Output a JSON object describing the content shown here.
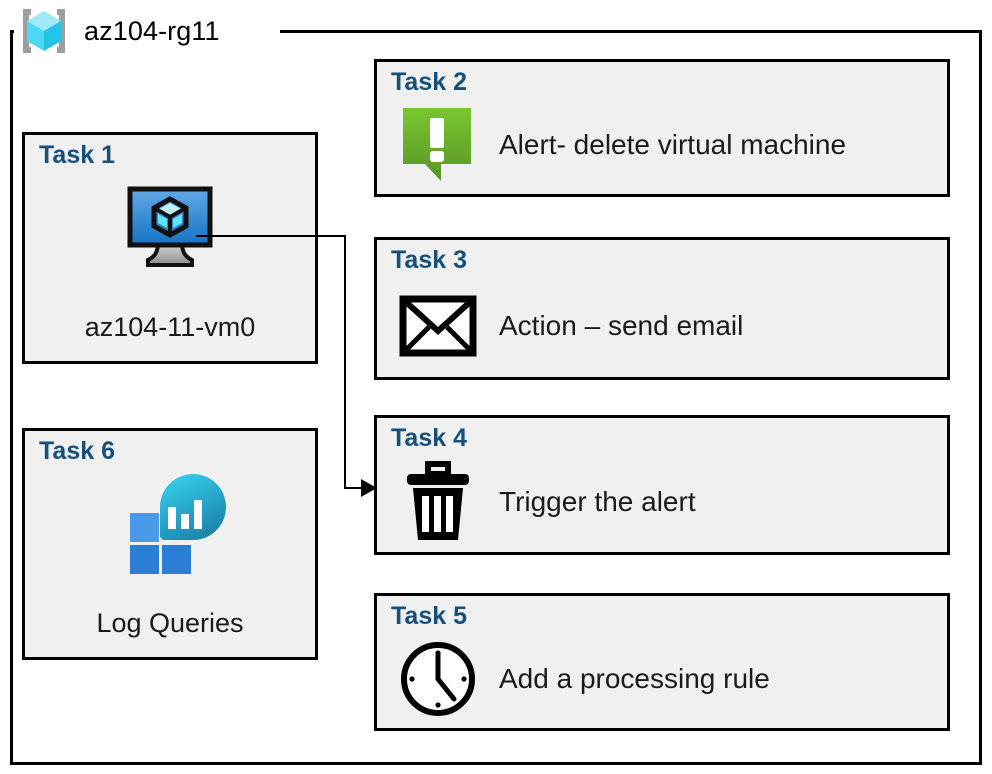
{
  "resource_group": {
    "name": "az104-rg11",
    "icon": "resource-group-cube-icon"
  },
  "colors": {
    "card_background": "#f0f0f0",
    "card_border": "#000000",
    "task_title": "#15507d",
    "label_text": "#1a1a1a",
    "alert_green_top": "#79c72f",
    "alert_green_bottom": "#5a9428",
    "vm_screen_top": "#63a8e8",
    "vm_screen_bottom": "#1573c4",
    "log_square_light": "#4a9ae8",
    "log_square_dark": "#2a7fd4",
    "log_blob_top": "#32c8e6",
    "log_blob_bottom": "#1b7fa8",
    "rg_cube_light": "#9ee8f7",
    "rg_cube_mid": "#4dd7f5",
    "rg_cube_dark": "#23c4ea",
    "bracket_gray": "#9e9e9e"
  },
  "tasks": [
    {
      "id": "task-1",
      "title": "Task 1",
      "label": "az104-11-vm0",
      "icon": "virtual-machine-icon",
      "column": "left"
    },
    {
      "id": "task-2",
      "title": "Task 2",
      "label": "Alert- delete virtual machine",
      "icon": "alert-callout-icon",
      "column": "right"
    },
    {
      "id": "task-3",
      "title": "Task 3",
      "label": "Action – send email",
      "icon": "envelope-icon",
      "column": "right"
    },
    {
      "id": "task-4",
      "title": "Task 4",
      "label": "Trigger the alert",
      "icon": "trash-can-icon",
      "column": "right"
    },
    {
      "id": "task-5",
      "title": "Task 5",
      "label": "Add a processing rule",
      "icon": "clock-icon",
      "column": "right"
    },
    {
      "id": "task-6",
      "title": "Task 6",
      "label": "Log Queries",
      "icon": "log-analytics-icon",
      "column": "left"
    }
  ],
  "connector": {
    "from": "task-1",
    "to": "task-4",
    "style": "elbow-arrow"
  }
}
